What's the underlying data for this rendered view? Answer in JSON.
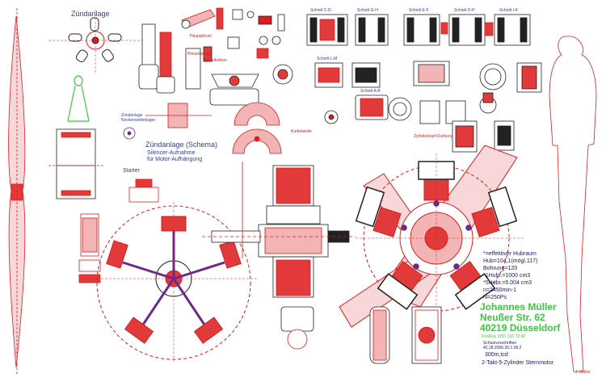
{
  "colors": {
    "line_red": "#d81e1e",
    "fill_red": "#e23a3a",
    "dark": "#222222",
    "blue_text": "#2a3fb0",
    "green": "#3cc83c",
    "purple": "#6a2a8a",
    "light_red": "#f2b4b4"
  },
  "labels": {
    "zuendanlage_top": "Zündanlage",
    "zuendanlage_schema": "Zündanlage (Schema)",
    "silencer_line1": "Silencer-Aufnahme",
    "silencer_line2": "für Motor-Aufhängung",
    "starter": "Starter",
    "zuendanlage_small": "Zündanlage",
    "zuendanlage_small2": "Nockenwellenlager",
    "kurbelwelle": "Kurbelwelle",
    "zylinder_dichtung": "Zylinderkopf-Dichtung",
    "hauptpleuel": "Hauptpleuel",
    "pleuelstange": "Pleuelstange",
    "pleuelkolben": "Pleuelkolben",
    "schnitt_cd": "Schnitt C-D",
    "schnitt_gh": "Schnitt G-H",
    "schnitt_ef": "Schnitt E-F",
    "schnitt_ab": "Schnitt A-B",
    "schnitt_ik": "Schnitt I-K",
    "schnitt_lm": "Schnitt L-M",
    "schnitt_op": "Schnitt O-P"
  },
  "specs": [
    "*=effektiver Hubraum",
    "Hub=104,1(mögl.117)",
    "Bohrung=120",
    "*1Hubr.=1000 cm3",
    "*5Hubr.=5.004 cm3",
    "n=2450min-1",
    "N=250Ps"
  ],
  "author": {
    "name": "Johannes Müller",
    "street": "Neußer Str. 62",
    "city": "40219 Düsseldorf",
    "phone": "Fon/Fax 0211 310 72 92"
  },
  "footer": {
    "small1": "Schutzvorschriften",
    "small2": "42.28.2006.30.1.08.2",
    "scale": "300m,tcd",
    "title": "2-Takt-5-Zylinder Sternmotor",
    "signature": "J. Müller"
  },
  "diagram": {
    "cylinder_count": 5
  }
}
